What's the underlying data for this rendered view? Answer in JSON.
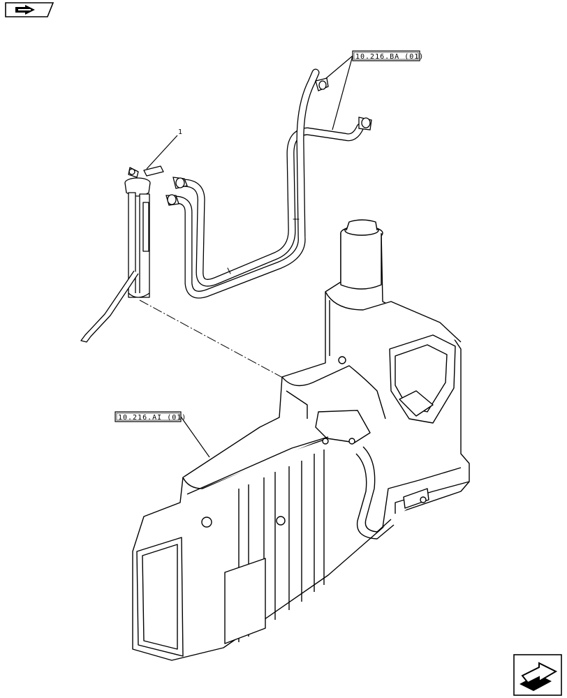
{
  "diagram": {
    "part_number": "1",
    "references": [
      {
        "code": "10.216.BA (01)"
      },
      {
        "code": "10.216.AI (01)"
      }
    ]
  },
  "navigation": {
    "back_icon": "back-arrow-icon",
    "forward_icon": "next-page-icon"
  },
  "colors": {
    "line": "#000000",
    "background": "#ffffff"
  }
}
